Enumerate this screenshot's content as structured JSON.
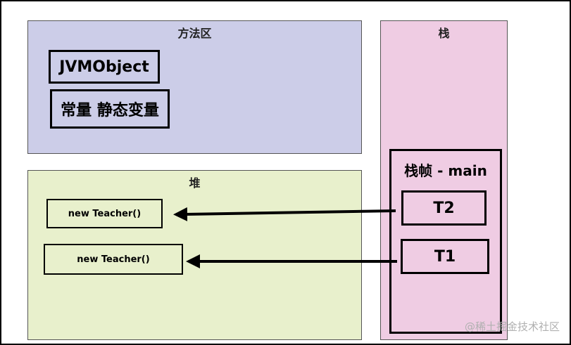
{
  "colors": {
    "method_area": "#cccde8",
    "heap": "#e8f0cc",
    "stack": "#efcce3"
  },
  "method_area": {
    "title": "方法区",
    "items": [
      "JVMObject",
      "常量 静态变量"
    ]
  },
  "heap": {
    "title": "堆",
    "objects": [
      "new Teacher()",
      "new Teacher()"
    ]
  },
  "stack": {
    "title": "栈",
    "frame": {
      "title": "栈帧 - main",
      "vars": [
        "T2",
        "T1"
      ]
    }
  },
  "watermark": "@稀土掘金技术社区"
}
